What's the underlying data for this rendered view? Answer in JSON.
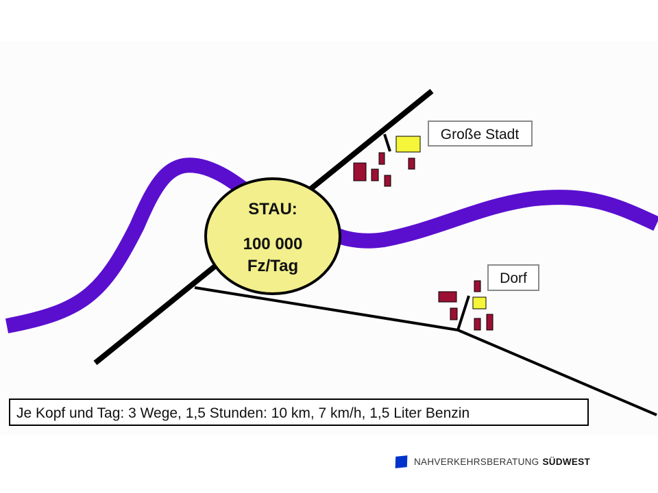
{
  "colors": {
    "river": "#5a0fcf",
    "road": "#000000",
    "stau_fill": "#f2ef8c",
    "house_red": "#9b1033",
    "house_yellow": "#f5f53a",
    "label_border": "#8a8a8a",
    "slide_bg": "#fcfcfc",
    "footer_logo": "#0033cc"
  },
  "stau": {
    "title": "STAU:",
    "count": "100 000",
    "unit": "Fz/Tag"
  },
  "labels": {
    "city": "Große Stadt",
    "village": "Dorf"
  },
  "caption": "Je Kopf und Tag: 3 Wege, 1,5 Stunden: 10 km, 7 km/h, 1,5 Liter Benzin",
  "footer": {
    "left": "NAHVERKEHRSBERATUNG",
    "right": "SÜDWEST",
    "logo_icon": "blue-square-logo-icon"
  }
}
